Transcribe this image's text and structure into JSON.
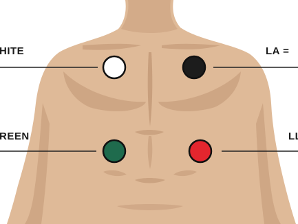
{
  "labels": {
    "right_arm": "HITE",
    "left_arm": "LA =",
    "right_leg": "REEN",
    "left_leg": "LL"
  },
  "colors": {
    "background": "#ffffff",
    "skin": "#dfba98",
    "skin_shadow": "#c89f7d",
    "skin_dark": "#b98e6b",
    "line": "#222222",
    "electrode_white": "#ffffff",
    "electrode_black": "#1c1c1c",
    "electrode_green": "#1f6b4d",
    "electrode_red": "#e3262e",
    "electrode_outline": "#111111"
  },
  "electrodes": [
    {
      "name": "white",
      "color": "#ffffff"
    },
    {
      "name": "black",
      "color": "#1c1c1c"
    },
    {
      "name": "green",
      "color": "#1f6b4d"
    },
    {
      "name": "red",
      "color": "#e3262e"
    }
  ]
}
